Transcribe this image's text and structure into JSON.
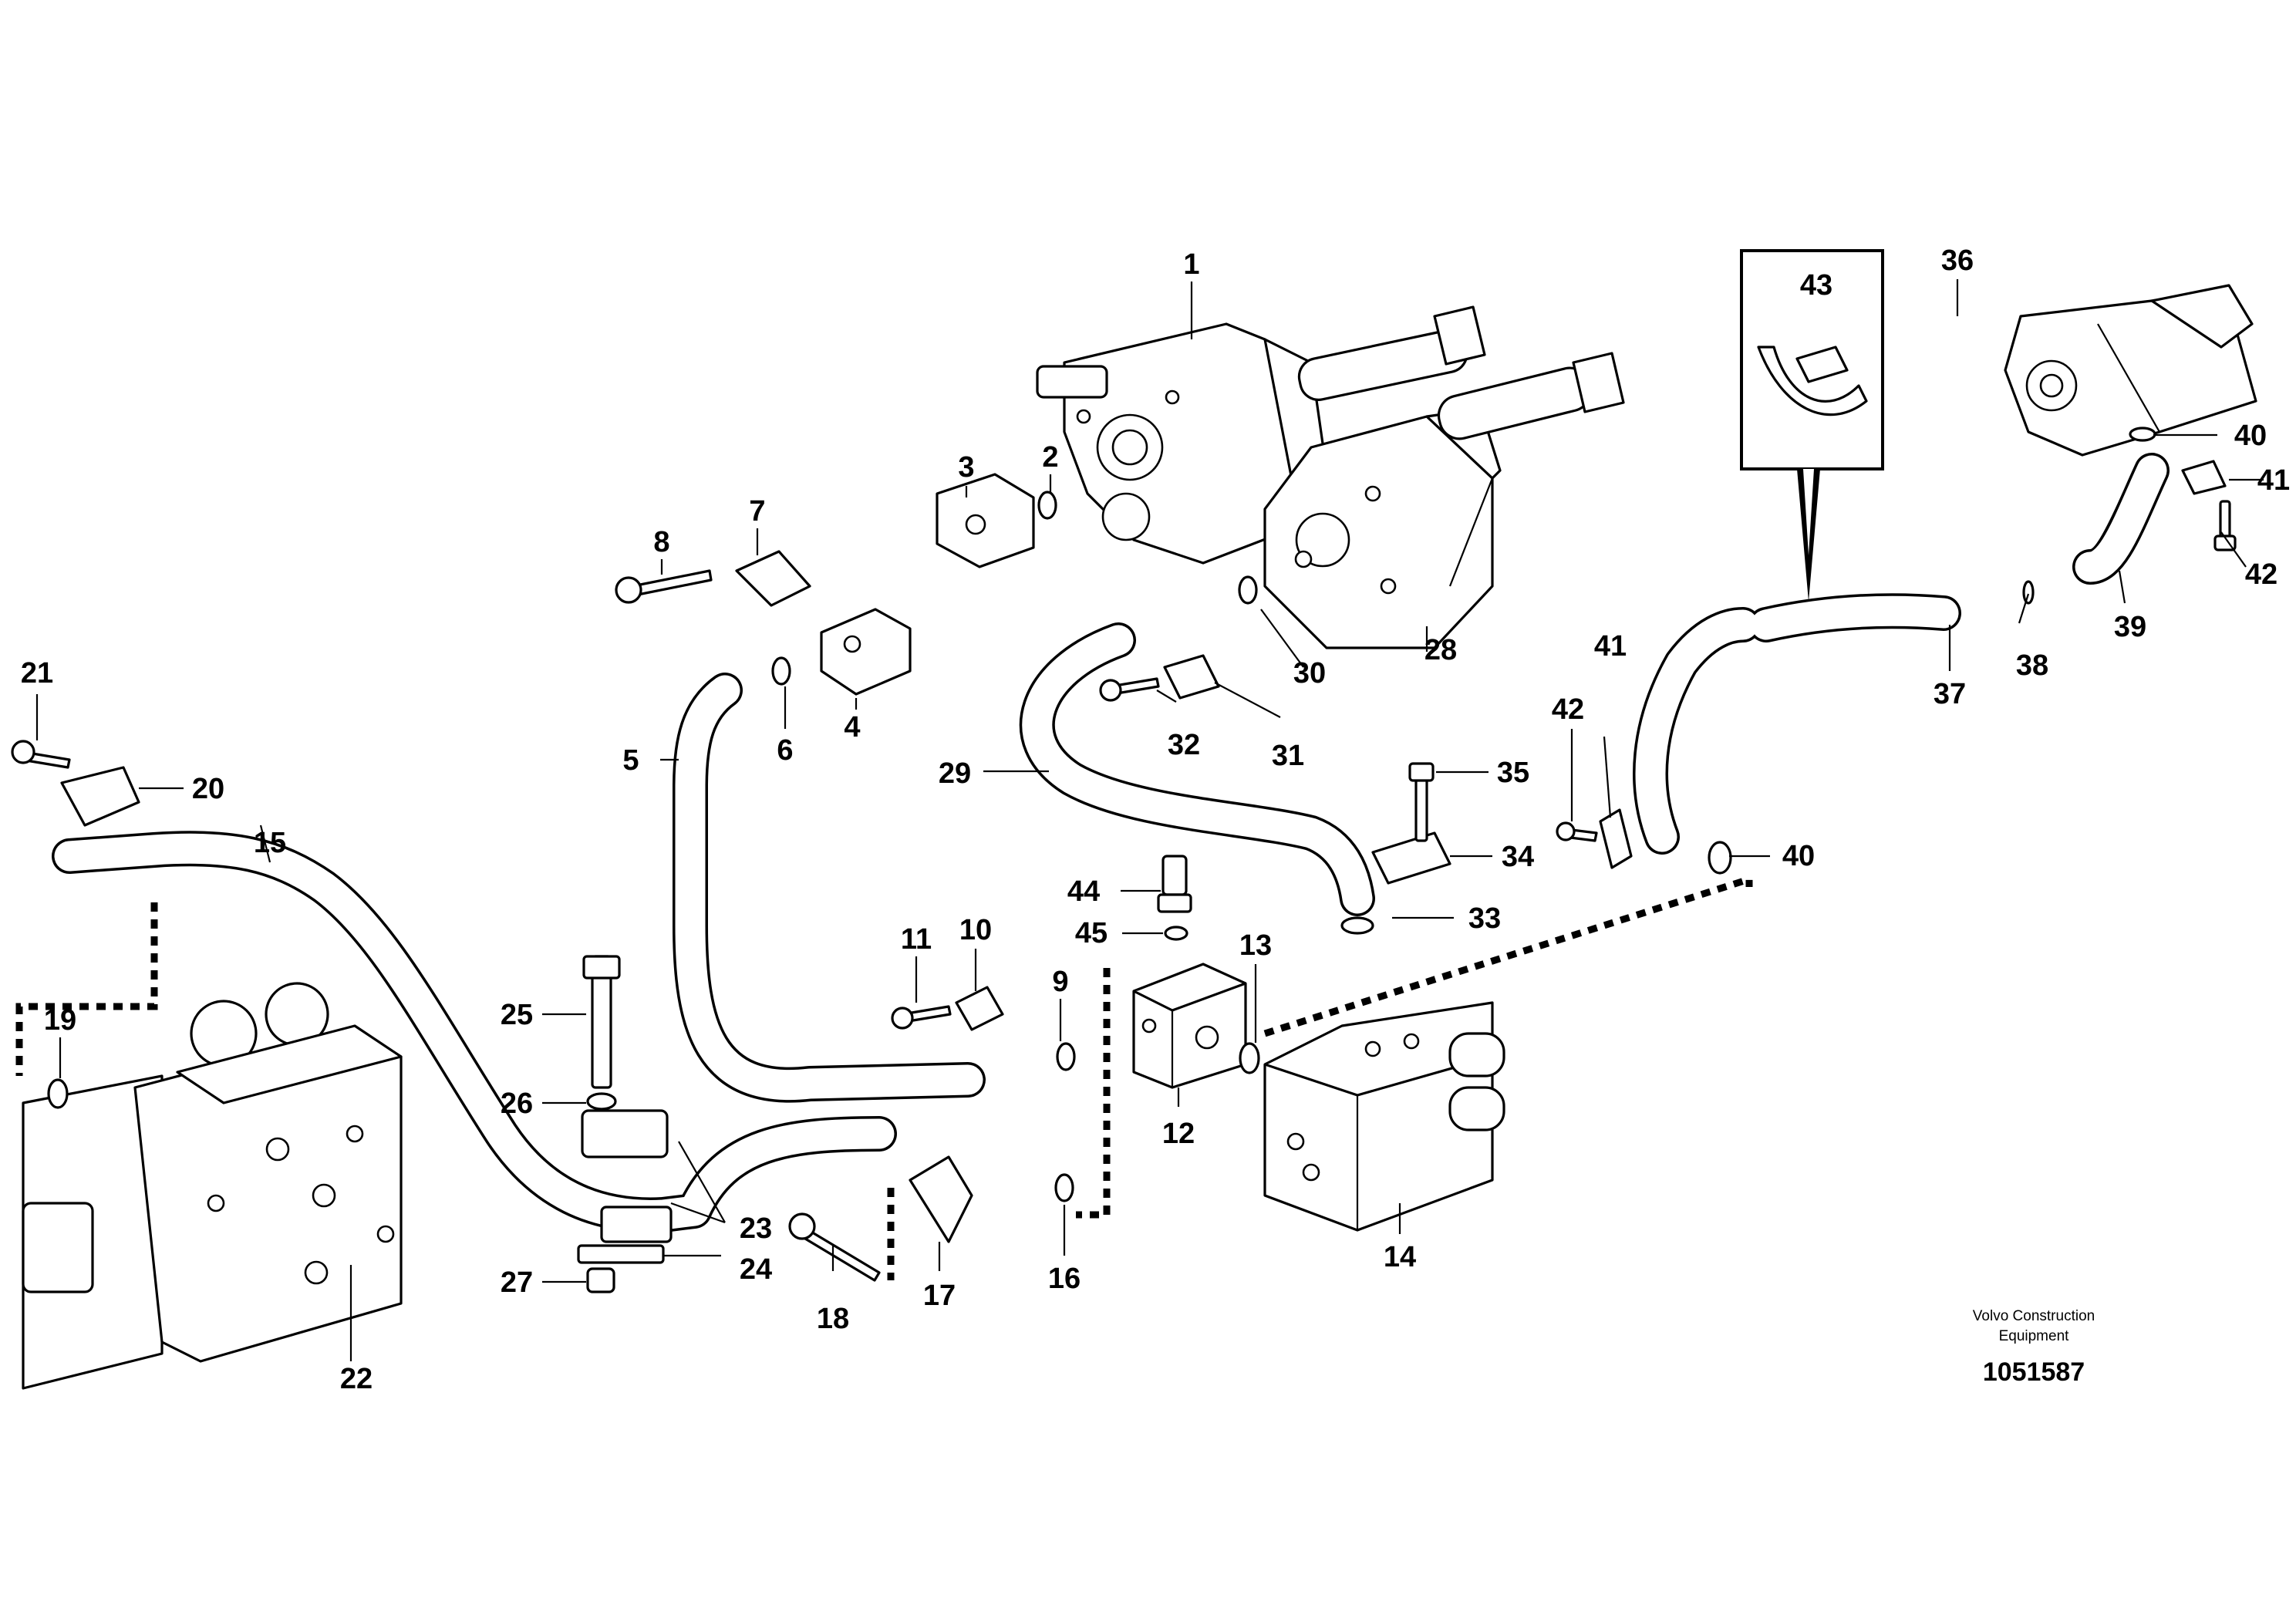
{
  "callouts": [
    "1",
    "2",
    "3",
    "4",
    "5",
    "6",
    "7",
    "8",
    "9",
    "10",
    "11",
    "12",
    "13",
    "14",
    "15",
    "16",
    "17",
    "18",
    "19",
    "20",
    "21",
    "22",
    "23",
    "24",
    "25",
    "26",
    "27",
    "28",
    "29",
    "30",
    "31",
    "32",
    "33",
    "34",
    "35",
    "36",
    "37",
    "38",
    "39",
    "40",
    "41",
    "42",
    "43",
    "44",
    "45"
  ],
  "extra_callouts": {
    "label_40b": "40",
    "label_41b": "41",
    "label_42b": "42"
  },
  "caption": {
    "line1": "Volvo Construction",
    "line2": "Equipment",
    "doc_number": "1051587"
  }
}
